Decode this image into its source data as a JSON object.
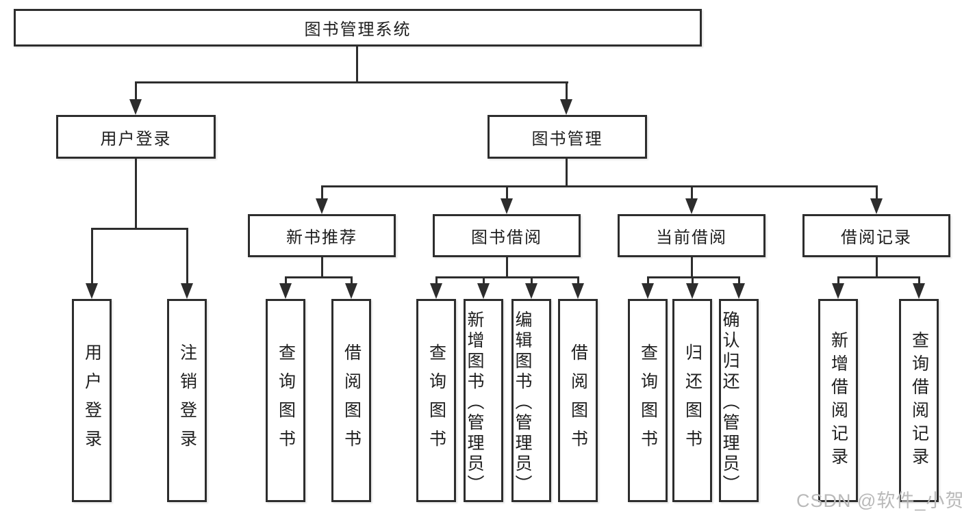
{
  "diagram": {
    "title_node": {
      "label": "图书管理系统"
    },
    "level2": [
      {
        "label": "用户登录"
      },
      {
        "label": "图书管理"
      }
    ],
    "level3": [
      {
        "label": "新书推荐"
      },
      {
        "label": "图书借阅"
      },
      {
        "label": "当前借阅"
      },
      {
        "label": "借阅记录"
      }
    ],
    "leaves": {
      "user_login": [
        {
          "label": "用户登录"
        },
        {
          "label": "注销登录"
        }
      ],
      "new_books": [
        {
          "label": "查询图书"
        },
        {
          "label": "借阅图书"
        }
      ],
      "book_borrow": [
        {
          "label": "查询图书"
        },
        {
          "label": "新增图书（管理员）"
        },
        {
          "label": "编辑图书（管理员）"
        },
        {
          "label": "借阅图书"
        }
      ],
      "current_borrow": [
        {
          "label": "查询图书"
        },
        {
          "label": "归还图书"
        },
        {
          "label": "确认归还（管理员）"
        }
      ],
      "borrow_records": [
        {
          "label": "新增借阅记录"
        },
        {
          "label": "查询借阅记录"
        }
      ]
    },
    "watermark": "CSDN @软件_小贺同学",
    "colors": {
      "line": "#2d2d2d",
      "box_border": "#2d2d2d",
      "text": "#1e1e1e",
      "watermark": "#b9b9b9",
      "background": "#ffffff"
    }
  }
}
